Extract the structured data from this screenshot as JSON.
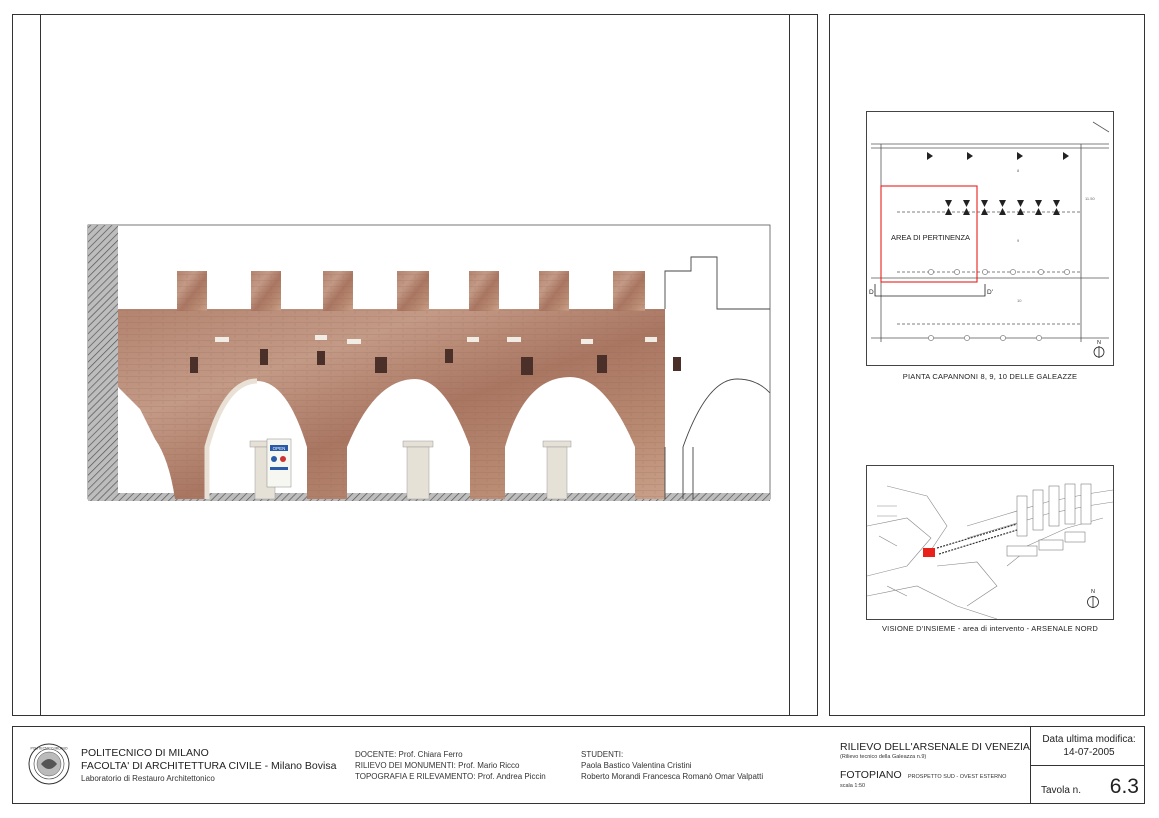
{
  "elevation": {
    "sign_text": "OPEN"
  },
  "plan": {
    "area_label": "AREA DI PERTINENZA",
    "section_start": "D",
    "section_end": "D'",
    "room_label_a": "8",
    "room_label_b": "9",
    "room_label_c": "10",
    "dim_label": "11.50",
    "north_label": "N",
    "caption": "PIANTA CAPANNONI 8, 9, 10 DELLE GALEAZZE"
  },
  "overview": {
    "north_label": "N",
    "caption": "VISIONE D'INSIEME - area di intervento - ARSENALE NORD",
    "highlight_color": "#e8211b"
  },
  "title_block": {
    "logo_text": "POLITECNICO MILANO",
    "institution": {
      "name": "POLITECNICO DI MILANO",
      "faculty": "FACOLTA' DI ARCHITETTURA CIVILE - Milano Bovisa",
      "lab": "Laboratorio di Restauro Architettonico"
    },
    "staff": {
      "docente": "DOCENTE: Prof. Chiara Ferro",
      "rilievo": "RILIEVO DEI MONUMENTI: Prof. Mario Ricco",
      "topografia": "TOPOGRAFIA E RILEVAMENTO: Prof. Andrea Piccin"
    },
    "students": {
      "heading": "STUDENTI:",
      "line1": "Paola Bastico   Valentina Cristini",
      "line2": "Roberto Morandi   Francesca Romanò   Omar Valpatti"
    },
    "project": {
      "title": "RILIEVO DELL'ARSENALE DI VENEZIA",
      "subtitle": "(Rilievo tecnico della Galeazza n.9)",
      "drawing": "FOTOPIANO",
      "drawing_detail": "PROSPETTO SUD - OVEST ESTERNO",
      "scale": "scala 1:50"
    },
    "date": {
      "label": "Data ultima modifica:",
      "value": "14-07-2005"
    },
    "sheet": {
      "label": "Tavola n.",
      "value": "6.3"
    }
  },
  "colors": {
    "brick": "#b98a72",
    "brick_dark": "#8a5a48",
    "stone": "#e6e1d6",
    "line": "#333333",
    "highlight": "#e8211b"
  }
}
